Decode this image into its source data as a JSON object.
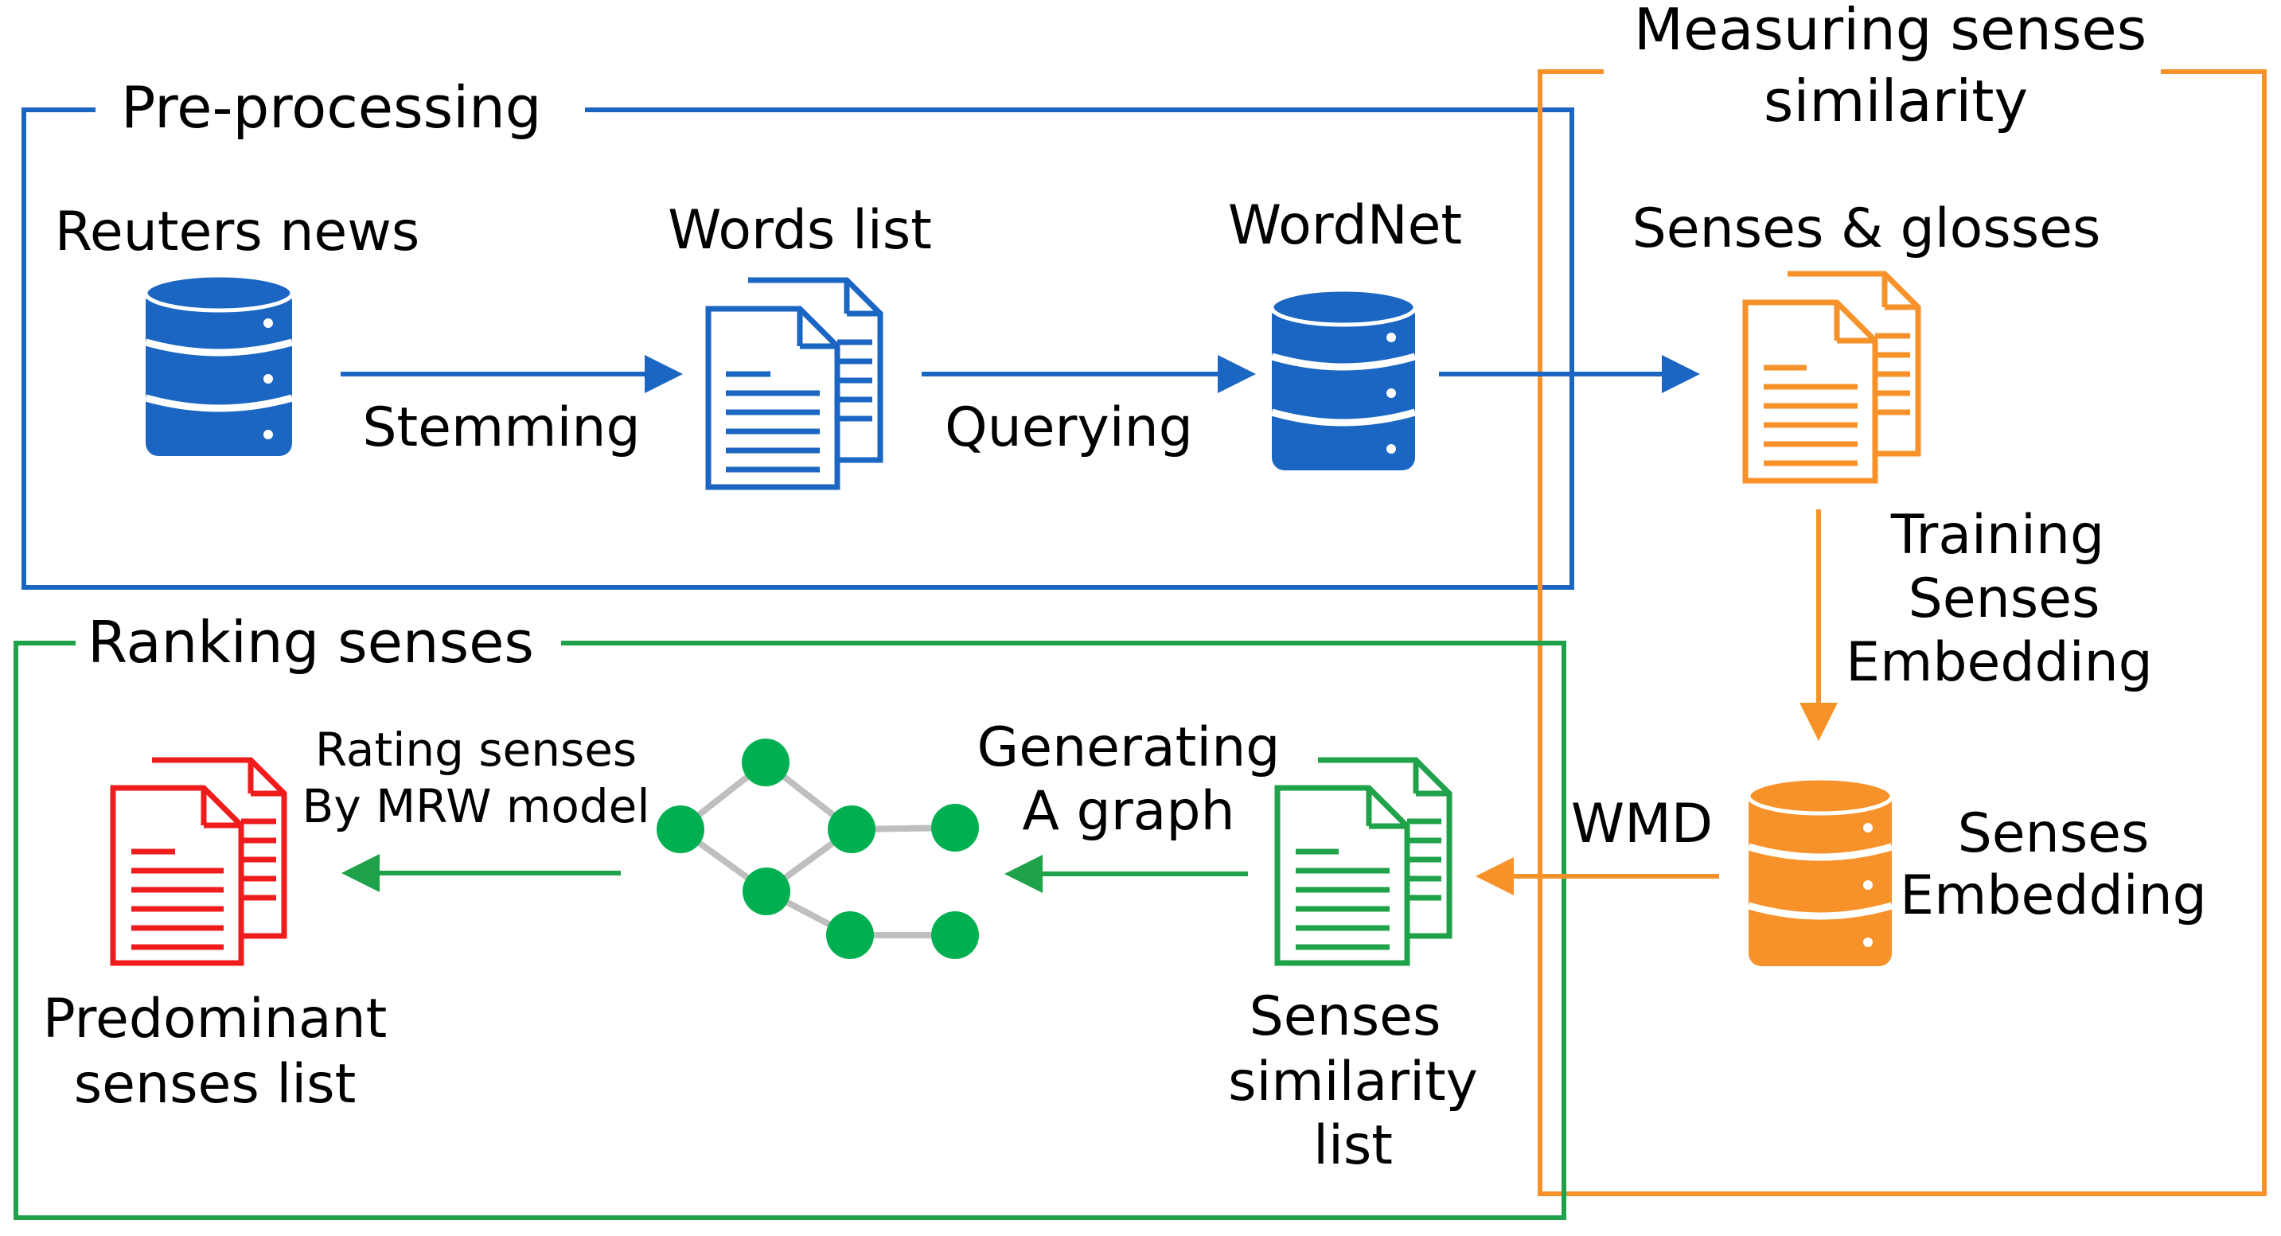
{
  "groups": {
    "preprocessing": {
      "title": "Pre-processing",
      "color": "#1a66c2"
    },
    "measuring": {
      "title_line1": "Measuring senses",
      "title_line2": "similarity",
      "color": "#f7922a"
    },
    "ranking": {
      "title": "Ranking senses",
      "color": "#1fa24a"
    }
  },
  "nodes": {
    "reuters": {
      "label": "Reuters news",
      "icon": "database-icon"
    },
    "words_list": {
      "label": "Words list",
      "icon": "document-icon"
    },
    "wordnet": {
      "label": "WordNet",
      "icon": "database-icon"
    },
    "senses_glosses": {
      "label": "Senses & glosses",
      "icon": "document-icon"
    },
    "senses_embedding": {
      "label_line1": "Senses",
      "label_line2": "Embedding",
      "icon": "database-icon"
    },
    "similarity_list": {
      "label_line1": "Senses",
      "label_line2": "similarity",
      "label_line3": "list",
      "icon": "document-icon"
    },
    "graph": {
      "icon": "graph-icon"
    },
    "predominant": {
      "label_line1": "Predominant",
      "label_line2": "senses list",
      "icon": "document-icon"
    }
  },
  "edges": {
    "stemming": "Stemming",
    "querying": "Querying",
    "training_line1": "Training",
    "training_line2": "Senses",
    "training_line3": "Embedding",
    "wmd": "WMD",
    "generating_line1": "Generating",
    "generating_line2": "A graph",
    "rating_line1": "Rating senses",
    "rating_line2": "By MRW model"
  },
  "colors": {
    "blue": "#1a66c2",
    "orange": "#f7922a",
    "green": "#1fa24a",
    "red": "#ee1c1c",
    "graph_node": "#00b050",
    "graph_edge": "#bfbfbf"
  }
}
